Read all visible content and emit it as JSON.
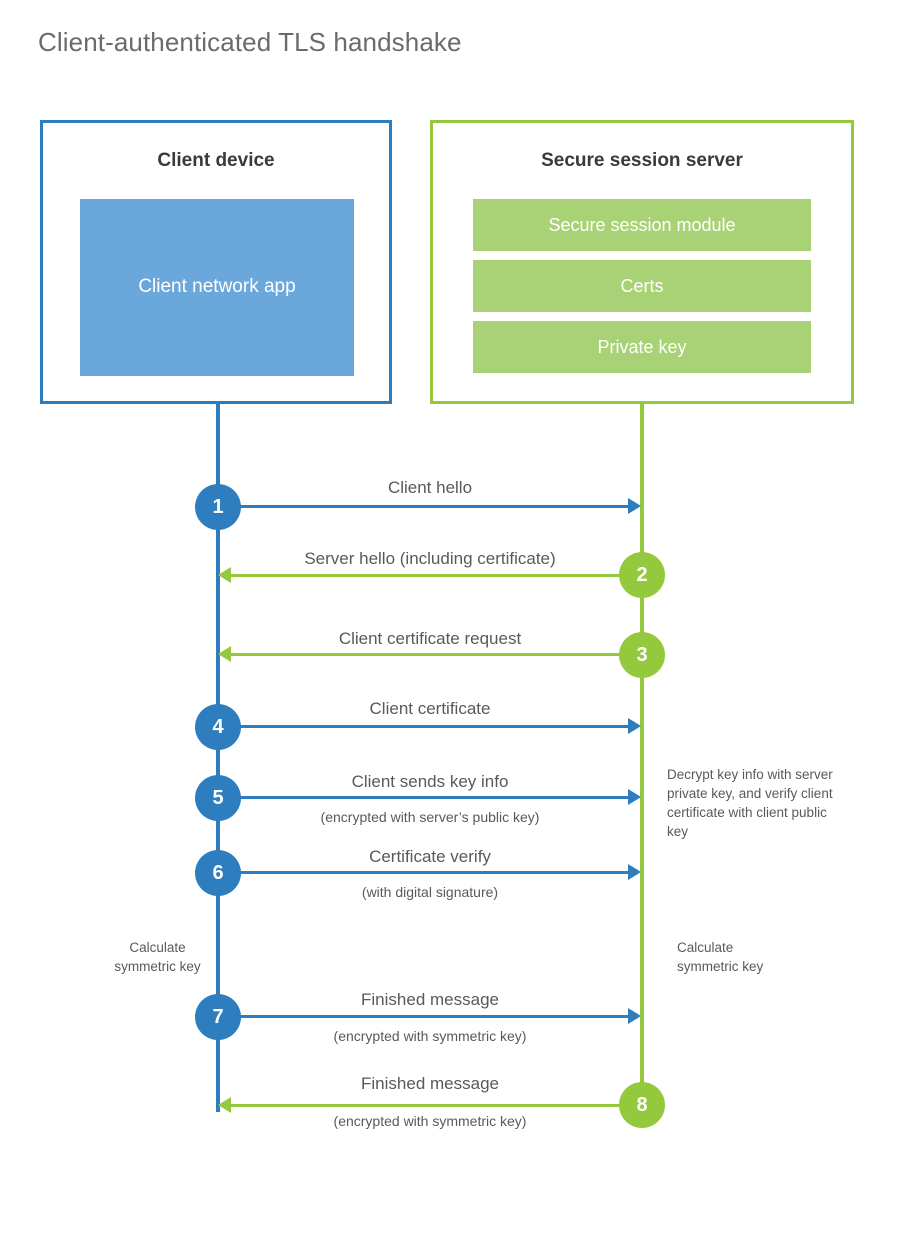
{
  "title": "Client-authenticated TLS handshake",
  "colors": {
    "client_blue": "#2e7dbe",
    "client_app_fill": "#6aa8dc",
    "server_green": "#95c93d",
    "server_module_fill": "#a9d175",
    "text_gray": "#58595b",
    "title_gray": "#6a6b6d",
    "background": "#ffffff"
  },
  "client": {
    "title": "Client device",
    "app_label": "Client network app"
  },
  "server": {
    "title": "Secure session server",
    "modules": [
      {
        "label": "Secure session module"
      },
      {
        "label": "Certs"
      },
      {
        "label": "Private key"
      }
    ]
  },
  "messages": [
    {
      "step": "1",
      "label": "Client hello",
      "sublabel": "",
      "direction": "client-to-server",
      "color": "blue"
    },
    {
      "step": "2",
      "label": "Server hello (including certificate)",
      "sublabel": "",
      "direction": "server-to-client",
      "color": "green"
    },
    {
      "step": "3",
      "label": "Client certificate request",
      "sublabel": "",
      "direction": "server-to-client",
      "color": "green"
    },
    {
      "step": "4",
      "label": "Client certificate",
      "sublabel": "",
      "direction": "client-to-server",
      "color": "blue"
    },
    {
      "step": "5",
      "label": "Client sends key info",
      "sublabel": "(encrypted with server’s public key)",
      "direction": "client-to-server",
      "color": "blue"
    },
    {
      "step": "6",
      "label": "Certificate verify",
      "sublabel": "(with digital signature)",
      "direction": "client-to-server",
      "color": "blue"
    },
    {
      "step": "7",
      "label": "Finished message",
      "sublabel": "(encrypted with symmetric key)",
      "direction": "client-to-server",
      "color": "blue"
    },
    {
      "step": "8",
      "label": "Finished message",
      "sublabel": "(encrypted with symmetric key)",
      "direction": "server-to-client",
      "color": "green"
    }
  ],
  "notes": {
    "server_decrypt": "Decrypt key info with server private key, and verify client certificate with client public key",
    "client_calc": "Calculate\nsymmetric key",
    "server_calc": "Calculate\nsymmetric key"
  }
}
